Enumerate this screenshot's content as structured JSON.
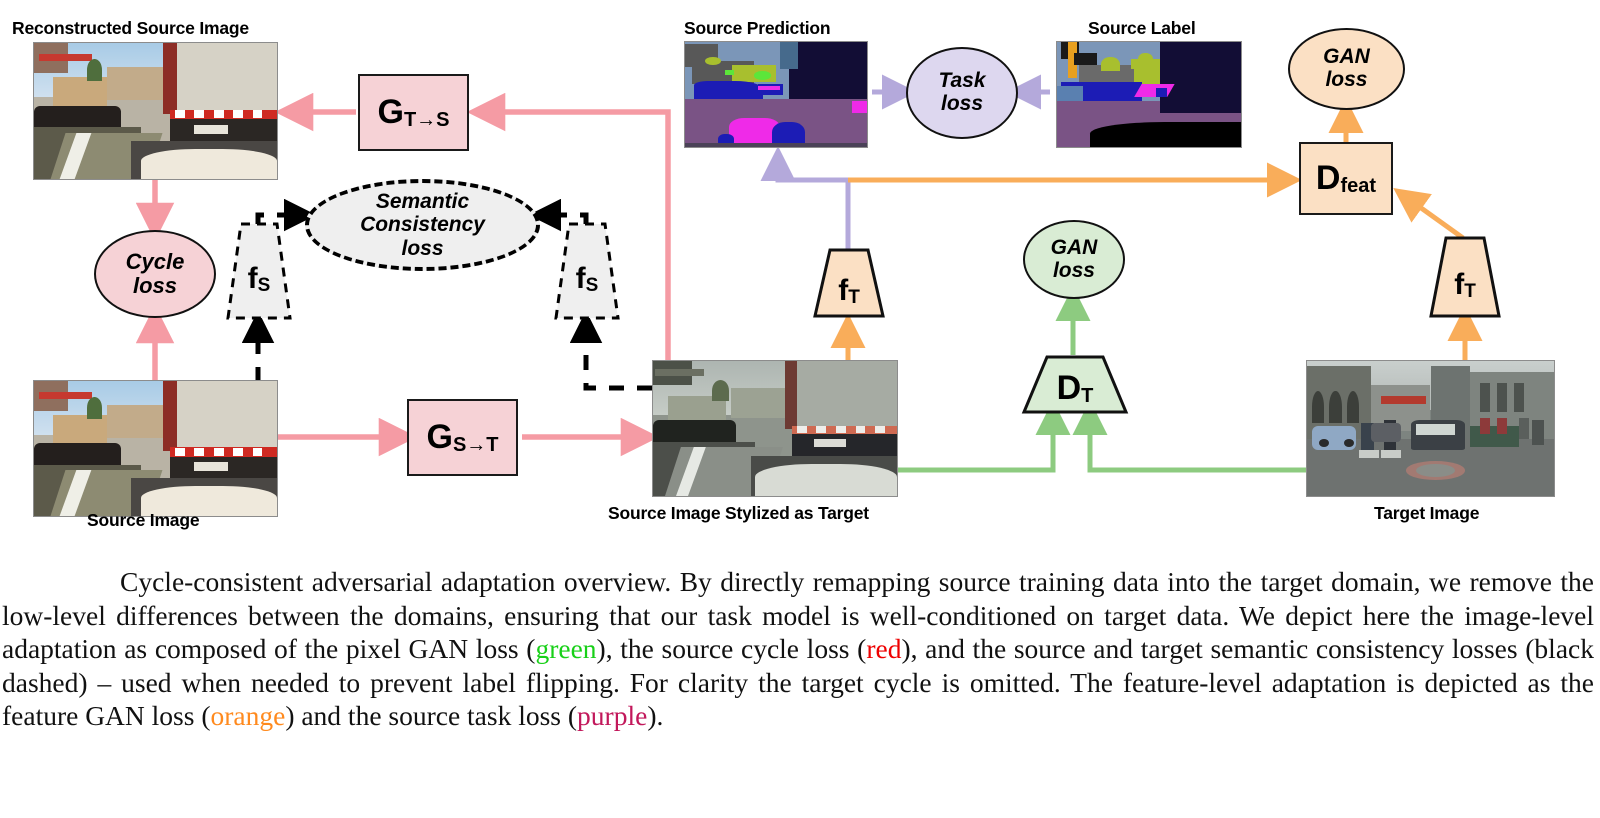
{
  "figure": {
    "image_labels": {
      "reconstructed_source": "Reconstructed Source Image",
      "source_image": "Source Image",
      "source_prediction": "Source Prediction",
      "source_label": "Source Label",
      "stylized": "Source Image Stylized as Target",
      "target_image": "Target Image"
    },
    "nodes": {
      "g_ts_main": "G",
      "g_ts_sub": "T→S",
      "g_st_main": "G",
      "g_st_sub": "S→T",
      "cycle_loss": "Cycle\nloss",
      "cycle_loss_l1": "Cycle",
      "cycle_loss_l2": "loss",
      "semantic_l1": "Semantic",
      "semantic_l2": "Consistency",
      "semantic_l3": "loss",
      "fs_left_main": "f",
      "fs_left_sub": "S",
      "fs_right_main": "f",
      "fs_right_sub": "S",
      "task_loss_l1": "Task",
      "task_loss_l2": "loss",
      "ft_left_main": "f",
      "ft_left_sub": "T",
      "ft_right_main": "f",
      "ft_right_sub": "T",
      "gan_loss_green_l1": "GAN",
      "gan_loss_green_l2": "loss",
      "gan_loss_orange_l1": "GAN",
      "gan_loss_orange_l2": "loss",
      "dt_main": "D",
      "dt_sub": "T",
      "dfeat_main": "D",
      "dfeat_sub": "feat"
    },
    "colors": {
      "pink": "#f59ba4",
      "pink_fill": "#f6d2d6",
      "green": "#8dcb80",
      "green_fill": "#d9ecd4",
      "orange": "#f9ad5a",
      "orange_fill": "#fbe0c4",
      "purple": "#b4a9db",
      "purple_fill": "#ddd7ef",
      "black": "#000000",
      "grey_fill": "#efefef"
    }
  },
  "caption": {
    "indent_text": "Cycle-consistent adversarial adaptation overview.",
    "seg1": " By directly remapping source training data into the target domain, we remove the low-level differences between the domains, ensuring that our task model is well-conditioned on target data. We depict here the image-level adaptation as composed of the pixel GAN loss (",
    "green_word": "green",
    "seg2": "), the source cycle loss (",
    "red_word": "red",
    "seg3": "), and the source and target semantic consistency losses (black dashed) – used when needed to prevent label flipping. For clarity the target cycle is omitted. The feature-level adaptation is depicted as the feature GAN loss (",
    "orange_word": "orange",
    "seg4": ") and the source task loss (",
    "purple_word": "purple",
    "seg5": ")."
  }
}
